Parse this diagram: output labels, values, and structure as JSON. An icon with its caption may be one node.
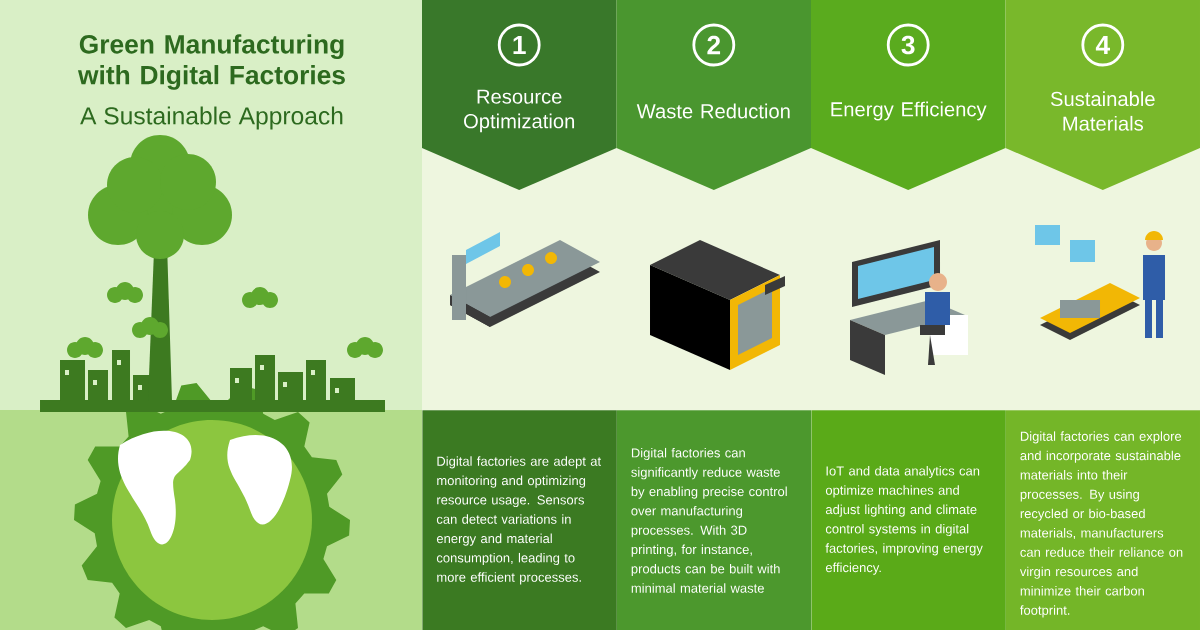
{
  "diagram": {
    "title": "Green Manufacturing with Digital Factories",
    "labels": [
      "A Sustainable Approach"
    ],
    "nodes": [
      {
        "text": [
          "1",
          "Resource Optimization"
        ]
      },
      {
        "text": [
          "2",
          "Waste Reduction"
        ]
      },
      {
        "text": [
          "3",
          "Energy Efficiency"
        ]
      },
      {
        "text": [
          "4",
          "Sustainable Materials"
        ]
      },
      {
        "text": [
          "Digital factories are adept at monitoring and optimizing resource usage. Sensors can detect variations in energy and material consumption, leading to more efficient processes."
        ]
      },
      {
        "text": [
          "Digital factories can significantly reduce waste by enabling precise control over manufacturing processes. With 3D printing, for instance, products can be built with minimal material waste"
        ]
      },
      {
        "text": [
          "IoT and data analytics can optimize machines and adjust lighting and climate control systems in digital factories, improving energy efficiency."
        ]
      },
      {
        "text": [
          "Digital factories can explore and incorporate sustainable materials into their processes. By using recycled or bio-based materials, manufacturers can reduce their reliance on virgin resources and minimize their carbon footprint."
        ]
      }
    ]
  }
}
